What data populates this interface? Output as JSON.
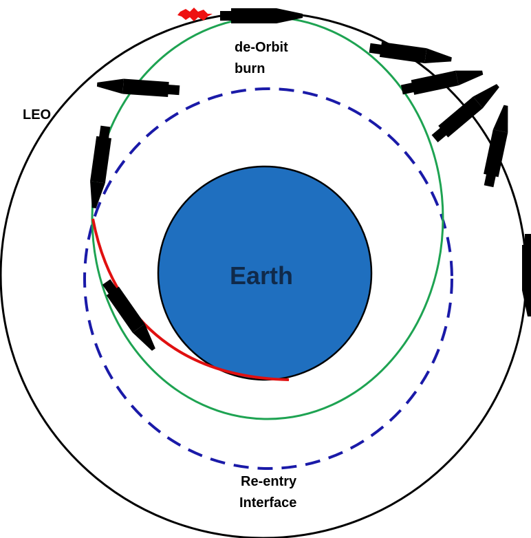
{
  "labels": {
    "earth": "Earth",
    "leo": "LEO",
    "deorbit_line1": "de-Orbit",
    "deorbit_line2": "burn",
    "reentry_line1": "Re-entry",
    "reentry_line2": "Interface"
  },
  "colors": {
    "earth_fill": "#1f6fbf",
    "earth_stroke": "#000000",
    "leo_orbit": "#000000",
    "transfer_orbit": "#1ea352",
    "reentry_interface": "#1a1aa8",
    "reentry_path": "#e01010",
    "spacecraft": "#000000",
    "burn_flame": "#ee1111"
  },
  "icons": {
    "spacecraft": "spacecraft-icon",
    "burn": "burn-flame-icon"
  }
}
